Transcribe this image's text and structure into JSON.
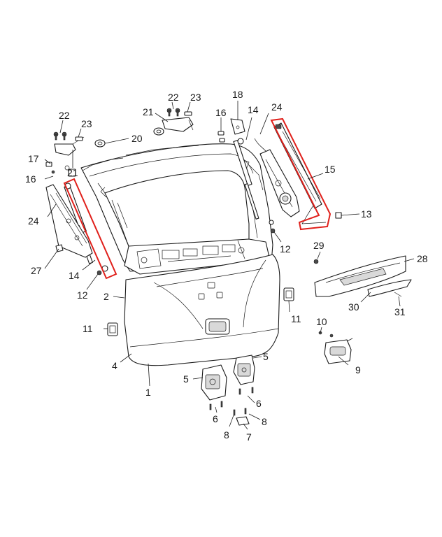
{
  "diagram": {
    "highlight_color": "#e0201b",
    "callouts": [
      {
        "id": "c1",
        "text": "1"
      },
      {
        "id": "c2",
        "text": "2"
      },
      {
        "id": "c4",
        "text": "4"
      },
      {
        "id": "c5a",
        "text": "5"
      },
      {
        "id": "c5b",
        "text": "5"
      },
      {
        "id": "c6a",
        "text": "6"
      },
      {
        "id": "c6b",
        "text": "6"
      },
      {
        "id": "c7",
        "text": "7"
      },
      {
        "id": "c8a",
        "text": "8"
      },
      {
        "id": "c8b",
        "text": "8"
      },
      {
        "id": "c9",
        "text": "9"
      },
      {
        "id": "c10",
        "text": "10"
      },
      {
        "id": "c11a",
        "text": "11"
      },
      {
        "id": "c11b",
        "text": "11"
      },
      {
        "id": "c12a",
        "text": "12"
      },
      {
        "id": "c12b",
        "text": "12"
      },
      {
        "id": "c13",
        "text": "13"
      },
      {
        "id": "c14a",
        "text": "14"
      },
      {
        "id": "c14b",
        "text": "14"
      },
      {
        "id": "c15",
        "text": "15"
      },
      {
        "id": "c16a",
        "text": "16"
      },
      {
        "id": "c16b",
        "text": "16"
      },
      {
        "id": "c17",
        "text": "17"
      },
      {
        "id": "c18",
        "text": "18"
      },
      {
        "id": "c20",
        "text": "20"
      },
      {
        "id": "c21a",
        "text": "21"
      },
      {
        "id": "c21b",
        "text": "21"
      },
      {
        "id": "c22a",
        "text": "22"
      },
      {
        "id": "c22b",
        "text": "22"
      },
      {
        "id": "c23a",
        "text": "23"
      },
      {
        "id": "c23b",
        "text": "23"
      },
      {
        "id": "c24a",
        "text": "24"
      },
      {
        "id": "c24b",
        "text": "24"
      },
      {
        "id": "c27",
        "text": "27"
      },
      {
        "id": "c28",
        "text": "28"
      },
      {
        "id": "c29",
        "text": "29"
      },
      {
        "id": "c30",
        "text": "30"
      },
      {
        "id": "c31",
        "text": "31"
      }
    ]
  }
}
